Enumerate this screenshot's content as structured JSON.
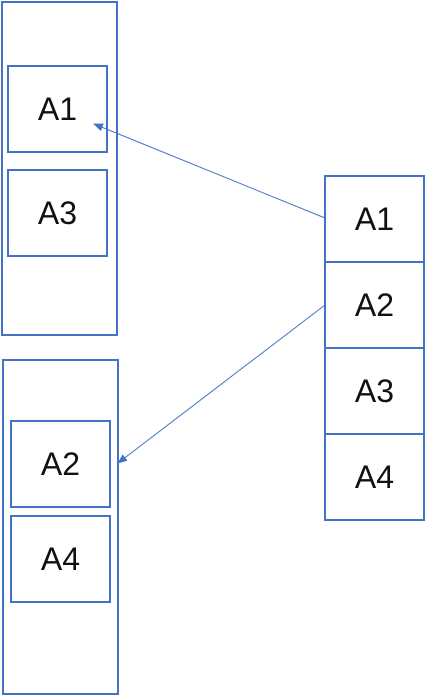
{
  "diagram": {
    "top_group": {
      "items": [
        "A1",
        "A3"
      ]
    },
    "bottom_group": {
      "items": [
        "A2",
        "A4"
      ]
    },
    "source_stack": {
      "items": [
        "A1",
        "A2",
        "A3",
        "A4"
      ]
    },
    "colors": {
      "stroke": "#4472C4",
      "text": "#111111"
    }
  }
}
